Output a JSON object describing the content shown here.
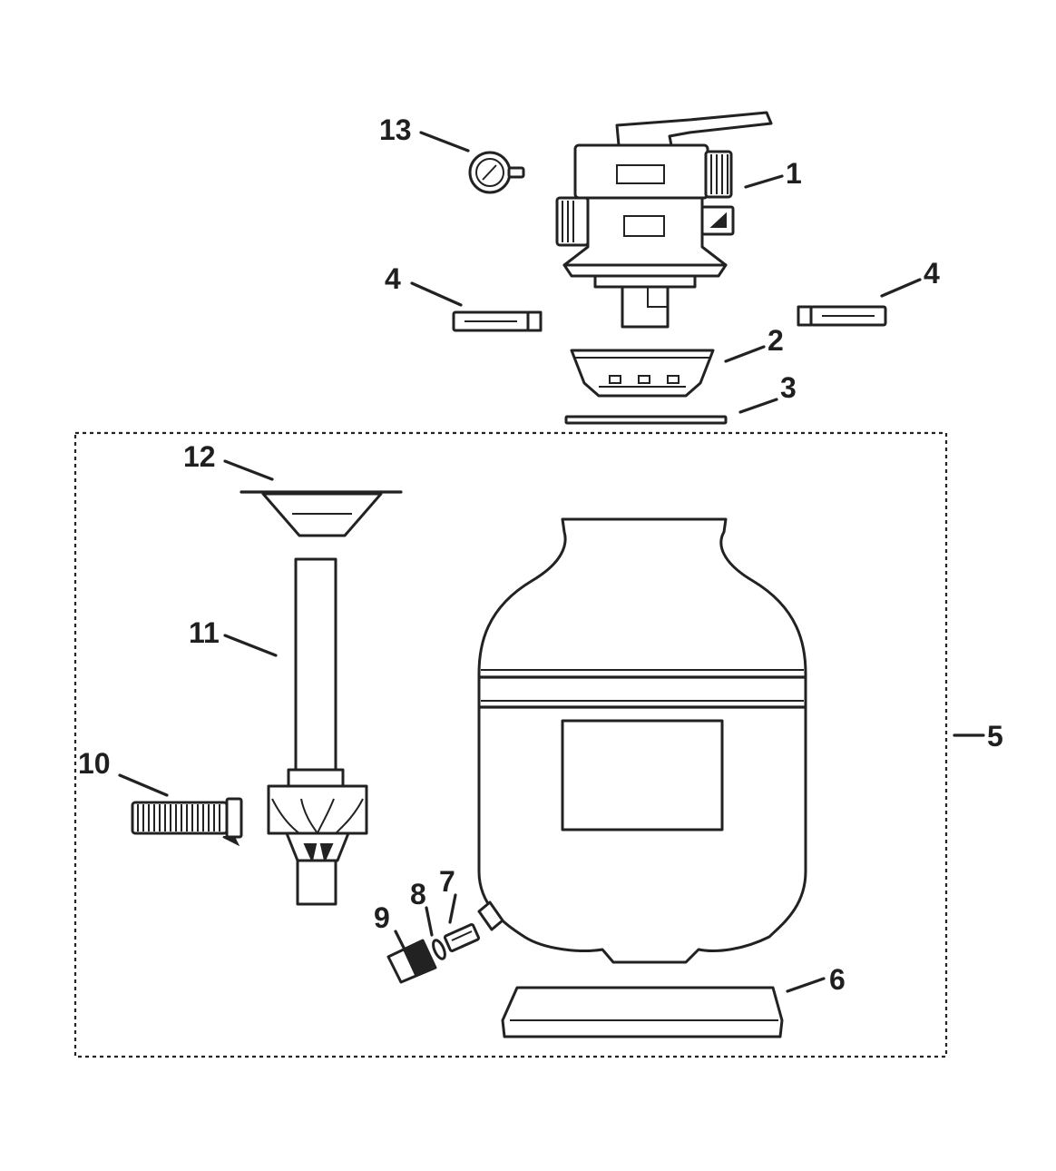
{
  "diagram": {
    "callouts": {
      "c1": "1",
      "c2": "2",
      "c3": "3",
      "c4_left": "4",
      "c4_right": "4",
      "c5": "5",
      "c6": "6",
      "c7": "7",
      "c8": "8",
      "c9": "9",
      "c10": "10",
      "c11": "11",
      "c12": "12",
      "c13": "13"
    },
    "colors": {
      "line": "#222222",
      "background": "#ffffff"
    }
  }
}
